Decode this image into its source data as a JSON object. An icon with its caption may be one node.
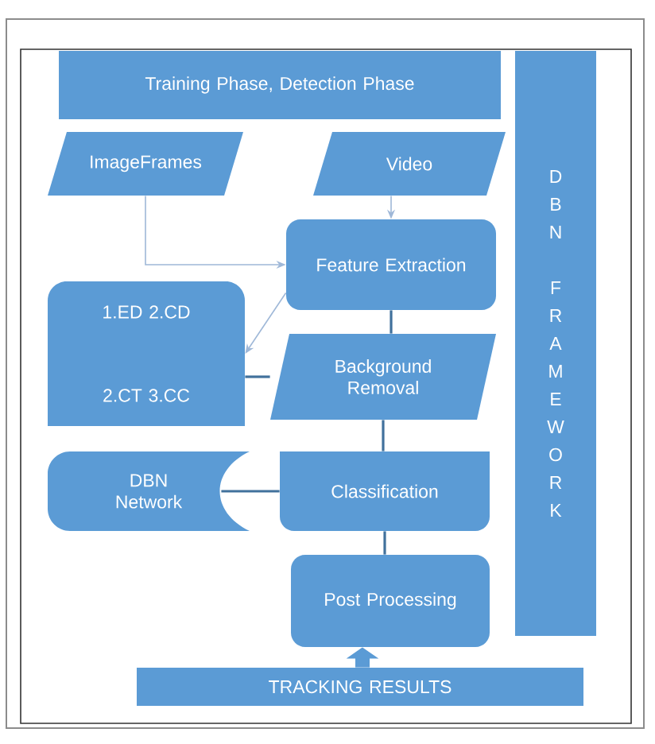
{
  "diagram": {
    "nodes": [
      {
        "text": [
          "Training Phase, Detection Phase"
        ]
      },
      {
        "text": [
          "DBN FRAMEWORK"
        ]
      },
      {
        "text": [
          "ImageFrames"
        ]
      },
      {
        "text": [
          "Video"
        ]
      },
      {
        "text": [
          "Feature Extraction"
        ]
      },
      {
        "text": [
          "1.ED 2.CD",
          "2.CT 3.CC"
        ]
      },
      {
        "text": [
          "Background Removal"
        ]
      },
      {
        "text": [
          "DBN Network"
        ]
      },
      {
        "text": [
          "Classification"
        ]
      },
      {
        "text": [
          "Post Processing"
        ]
      },
      {
        "text": [
          "TRACKING RESULTS"
        ]
      }
    ],
    "edges": [
      {
        "from": 3,
        "to": 4,
        "arrow": "to",
        "color": "#9fb8d8"
      },
      {
        "from": 2,
        "to": 4,
        "arrow": "to",
        "color": "#9fb8d8"
      },
      {
        "from": 4,
        "to": 5,
        "arrow": "to",
        "color": "#9fb8d8"
      },
      {
        "from": 4,
        "to": 6,
        "arrow": "none"
      },
      {
        "from": 5,
        "to": 6,
        "arrow": "none"
      },
      {
        "from": 6,
        "to": 8,
        "arrow": "none"
      },
      {
        "from": 7,
        "to": 8,
        "arrow": "none"
      },
      {
        "from": 8,
        "to": 9,
        "arrow": "none"
      },
      {
        "from": 10,
        "to": 9,
        "arrow": "to",
        "style": "thick",
        "color": "#5b9bd5"
      }
    ]
  }
}
